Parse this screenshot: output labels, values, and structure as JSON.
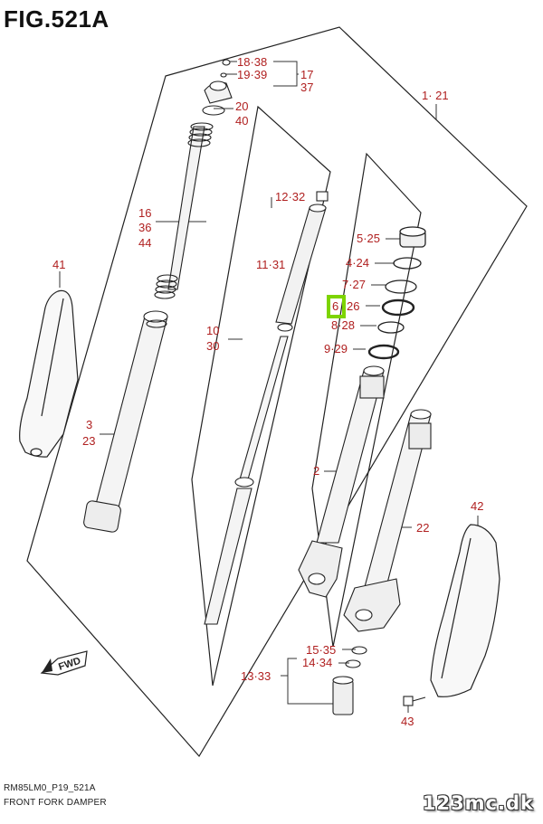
{
  "figure": {
    "title": "FIG.521A",
    "code": "RM85LM0_P19_521A",
    "name": "FRONT FORK DAMPER",
    "watermark": "123mc.dk",
    "fwd_label": "FWD",
    "highlighted_callout": "6"
  },
  "callouts": {
    "c18_38": "18·38",
    "c19_39": "19·39",
    "c17": "17",
    "c37": "37",
    "c20": "20",
    "c40": "40",
    "c1_21": "1· 21",
    "c16": "16",
    "c36": "36",
    "c44": "44",
    "c12_32": "12·32",
    "c41": "41",
    "c11_31": "11·31",
    "c5_25": "5·25",
    "c4_24": "4·24",
    "c7_27": "7·27",
    "c6": "6",
    "c26": "26",
    "c8_28": "8·28",
    "c10": "10",
    "c30": "30",
    "c9_29": "9·29",
    "c3": "3",
    "c23": "23",
    "c2": "2",
    "c42": "42",
    "c22": "22",
    "c15_35": "15·35",
    "c14_34": "14·34",
    "c13_33": "13·33",
    "c43": "43"
  },
  "colors": {
    "callout": "#b02020",
    "highlight": "#7dd400",
    "line": "#222222"
  }
}
